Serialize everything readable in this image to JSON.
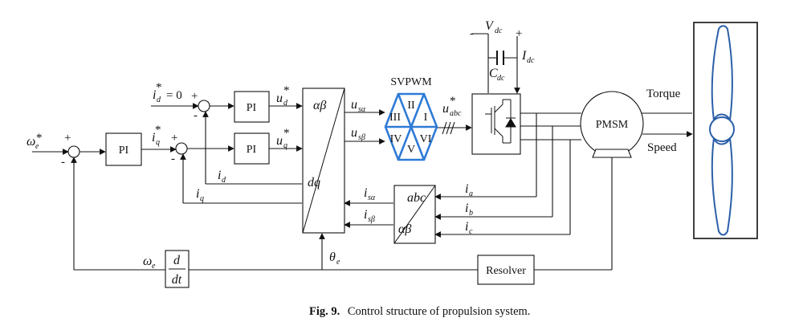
{
  "caption": {
    "label": "Fig. 9.",
    "text": "Control structure of propulsion system."
  },
  "blocks": {
    "pi_speed": "PI",
    "pi_d": "PI",
    "pi_q": "PI",
    "svpwm_title": "SVPWM",
    "pmsm": "PMSM",
    "resolver": "Resolver",
    "transform_top": "αβ",
    "transform_bottom": "dq",
    "clarke_top": "abc",
    "clarke_bottom": "αβ",
    "deriv_num": "d",
    "deriv_den": "dt"
  },
  "svpwm_sectors": [
    "II",
    "I",
    "III",
    "VI",
    "IV",
    "V"
  ],
  "signals": {
    "omega_ref": "ω",
    "omega_ref_sub": "e",
    "id_ref": "i",
    "id_ref_sub": "d",
    "id_ref_val": "= 0",
    "iq_ref": "i",
    "iq_ref_sub": "q",
    "ud_ref": "u",
    "ud_ref_sub": "d",
    "uq_ref": "u",
    "uq_ref_sub": "q",
    "id_fb": "i",
    "id_fb_sub": "d",
    "iq_fb": "i",
    "iq_fb_sub": "q",
    "usa": "u",
    "usa_sub": "sα",
    "usb": "u",
    "usb_sub": "sβ",
    "uabc": "u",
    "uabc_sub": "abc",
    "isa": "i",
    "isa_sub": "sα",
    "isb": "i",
    "isb_sub": "sβ",
    "ia": "i",
    "ia_sub": "a",
    "ib": "i",
    "ib_sub": "b",
    "ic": "i",
    "ic_sub": "c",
    "theta": "θ",
    "theta_sub": "e",
    "omega_fb": "ω",
    "omega_fb_sub": "e",
    "vdc": "V",
    "vdc_sub": "dc",
    "idc": "I",
    "idc_sub": "dc",
    "cdc": "C",
    "cdc_sub": "dc",
    "torque": "Torque",
    "speed": "Speed",
    "star": "*",
    "plus": "+",
    "minus": "-"
  }
}
